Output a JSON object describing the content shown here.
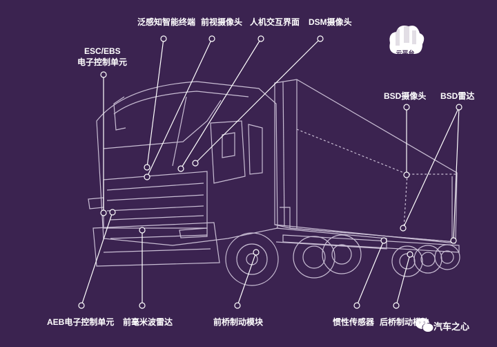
{
  "labels": {
    "esc_ebs_line1": "ESC/EBS",
    "esc_ebs_line2": "电子控制单元",
    "perception_terminal": "泛感知智能终端",
    "front_camera": "前视摄像头",
    "hmi": "人机交互界面",
    "dsm_camera": "DSM摄像头",
    "bsd_camera": "BSD摄像头",
    "bsd_radar": "BSD雷达",
    "aeb_ecu": "AEB电子控制单元",
    "front_mmw_radar": "前毫米波雷达",
    "front_axle_brake": "前桥制动模块",
    "inertial_sensor": "惯性传感器",
    "rear_axle_brake": "后桥制动模块"
  },
  "cloud": {
    "label": "云平台",
    "icon": "cloud-platform-icon"
  },
  "watermark": {
    "text": "汽车之心",
    "icon": "wechat-icon"
  },
  "colors": {
    "background": "#3b2350",
    "line": "#ffffff",
    "truck_stroke": "#d9cfe3"
  }
}
